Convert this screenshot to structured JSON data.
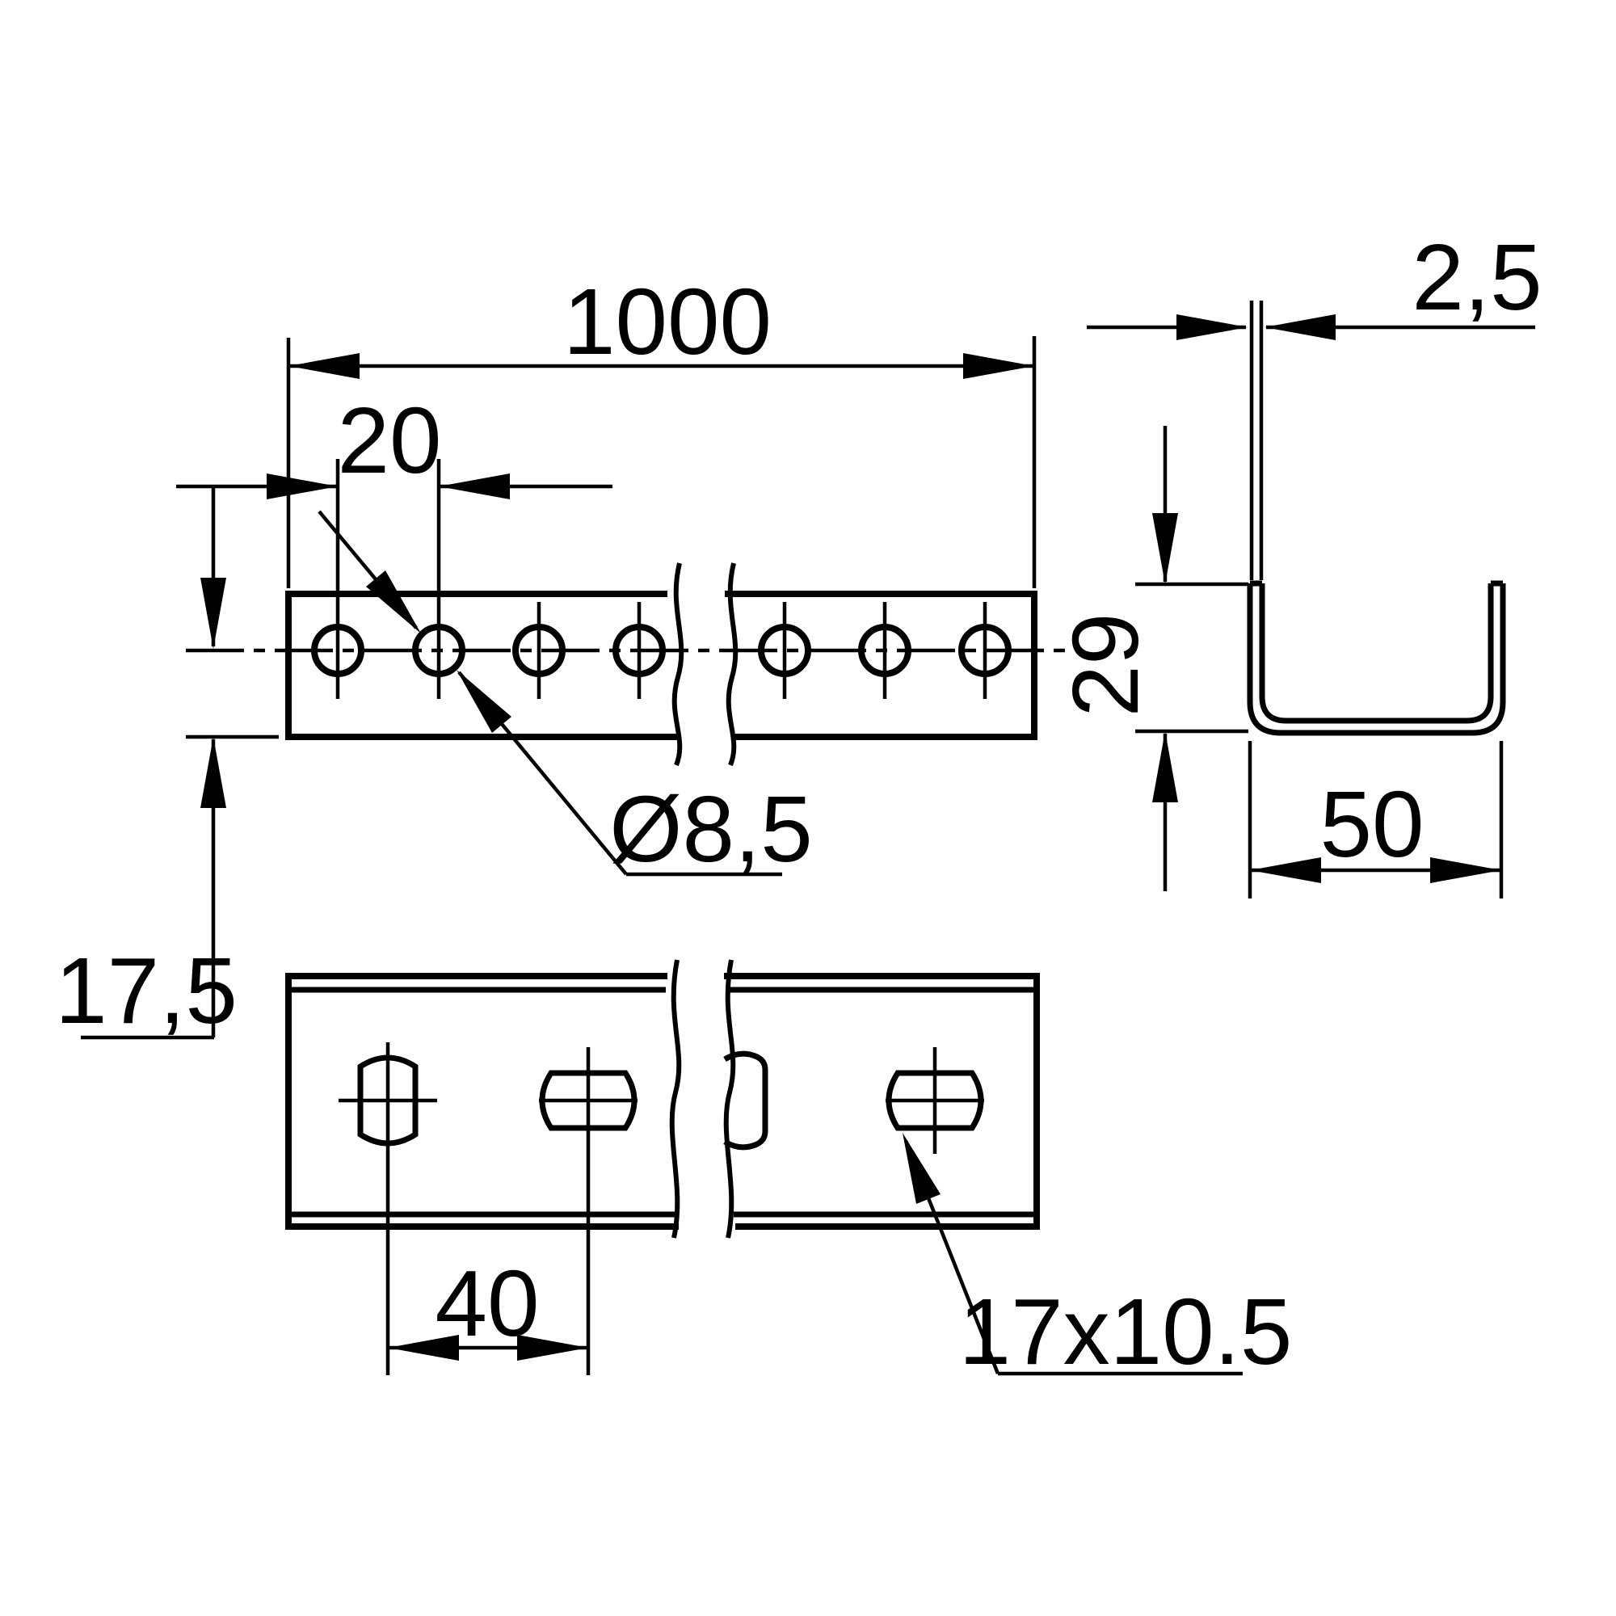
{
  "page": {
    "background_color": "#ffffff",
    "line_color": "#000000",
    "description": "Technical dimension drawing of a perforated U-channel profile rail"
  },
  "labels": {
    "overall_length": "1000",
    "hole_pitch": "20",
    "hole_diameter": "Ø8,5",
    "center_to_edge": "17,5",
    "wall_thickness": "2,5",
    "profile_height": "29",
    "profile_width": "50",
    "slot_pitch": "40",
    "slot_size": "17x10.5"
  },
  "views": {
    "side_view": {
      "feature": "round holes",
      "visible_hole_count": 7,
      "has_break_lines": true
    },
    "section_view": {
      "shape": "U-channel",
      "wall_thickness_mm": "2,5",
      "height_mm": "29",
      "width_mm": "50"
    },
    "face_view": {
      "feature": "alternating oblong slots",
      "visible_full_slot_count": 3,
      "visible_partial_slot_count": 1,
      "has_break_lines": true
    }
  }
}
